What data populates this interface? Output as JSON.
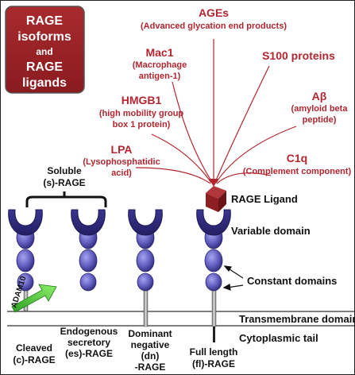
{
  "title_box": {
    "line1": "RAGE",
    "line2": "isoforms",
    "line3": "and",
    "line4": "RAGE",
    "line5": "ligands",
    "bg_color": "#9b1f23"
  },
  "ligands": [
    {
      "name": "AGEs",
      "desc1": "(Advanced glycation end products)",
      "desc2": ""
    },
    {
      "name": "Mac1",
      "desc1": "(Macrophage",
      "desc2": "antigen-1)"
    },
    {
      "name": "S100 proteins",
      "desc1": "",
      "desc2": ""
    },
    {
      "name": "HMGB1",
      "desc1": "(high mobility group",
      "desc2": "box 1 protein)"
    },
    {
      "name": "Aβ",
      "desc1": "(amyloid beta",
      "desc2": "peptide)"
    },
    {
      "name": "LPA",
      "desc1": "(Lysophosphatidic",
      "desc2": "acid)"
    },
    {
      "name": "C1q",
      "desc1": "(Complement component)",
      "desc2": ""
    }
  ],
  "ligand_cube_label": "RAGE Ligand",
  "soluble_group": {
    "line1": "Soluble",
    "line2": "(s)-RAGE"
  },
  "domains": {
    "variable": "Variable domain",
    "constant": "Constant domains",
    "transmembrane": "Transmembrane domain",
    "cytoplasmic": "Cytoplasmic tail"
  },
  "enzyme": "ADAM10",
  "isoforms": [
    {
      "line1": "Cleaved",
      "line2": "(c)-RAGE",
      "line3": ""
    },
    {
      "line1": "Endogenous",
      "line2": "secretory",
      "line3": "(es)-RAGE"
    },
    {
      "line1": "Dominant",
      "line2": "negative",
      "line3": "(dn)",
      "line4": "-RAGE"
    },
    {
      "line1": "Full length",
      "line2": "(fl)-RAGE",
      "line3": ""
    }
  ],
  "colors": {
    "ligand_text": "#b32630",
    "receptor_dark": "#2e2a78",
    "receptor_light": "#6f6cc9",
    "enzyme_arrow": "#5fd13c",
    "cube": "#8e1f22"
  }
}
